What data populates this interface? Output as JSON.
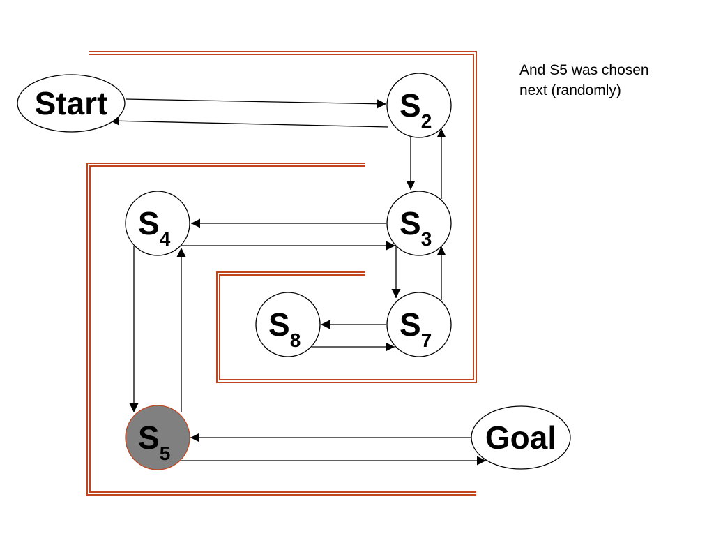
{
  "caption": {
    "line1": "And S5 was chosen",
    "line2": "next (randomly)"
  },
  "nodes": {
    "start": {
      "label": "Start"
    },
    "goal": {
      "label": "Goal"
    },
    "s2": {
      "letter": "S",
      "sub": "2"
    },
    "s3": {
      "letter": "S",
      "sub": "3"
    },
    "s4": {
      "letter": "S",
      "sub": "4"
    },
    "s5": {
      "letter": "S",
      "sub": "5",
      "state": "chosen"
    },
    "s7": {
      "letter": "S",
      "sub": "7"
    },
    "s8": {
      "letter": "S",
      "sub": "8"
    }
  },
  "edges": [
    {
      "from": "Start",
      "to": "S2"
    },
    {
      "from": "S2",
      "to": "Start"
    },
    {
      "from": "S2",
      "to": "S3"
    },
    {
      "from": "S3",
      "to": "S2"
    },
    {
      "from": "S3",
      "to": "S4"
    },
    {
      "from": "S4",
      "to": "S3"
    },
    {
      "from": "S3",
      "to": "S7"
    },
    {
      "from": "S7",
      "to": "S3"
    },
    {
      "from": "S7",
      "to": "S8"
    },
    {
      "from": "S8",
      "to": "S7"
    },
    {
      "from": "S4",
      "to": "S5"
    },
    {
      "from": "S5",
      "to": "S4"
    },
    {
      "from": "Goal",
      "to": "S5"
    },
    {
      "from": "S5",
      "to": "Goal"
    }
  ],
  "colors": {
    "wall": "#c0451f",
    "chosen_fill": "#808080",
    "node_fill": "#ffffff",
    "stroke": "#000000"
  }
}
